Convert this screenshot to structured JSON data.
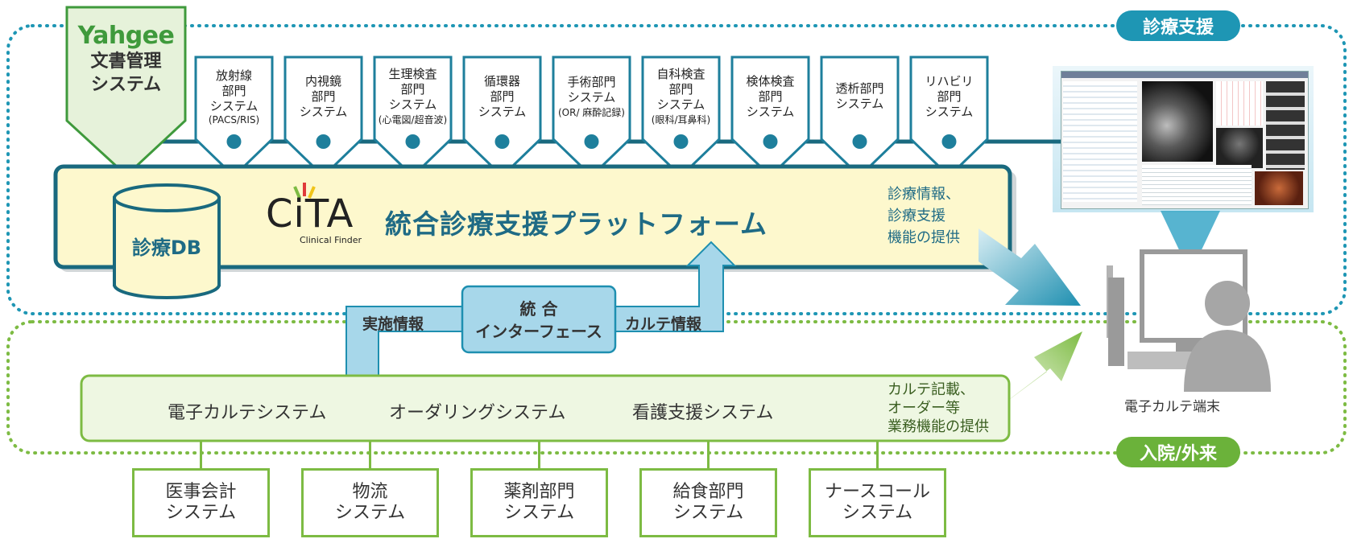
{
  "region_labels": {
    "top": "診療支援",
    "bottom": "入院/外来"
  },
  "yahgee": {
    "logo": "Yahgee",
    "line1": "文書管理",
    "line2": "システム"
  },
  "departments": [
    {
      "lines": [
        "放射線",
        "部門",
        "システム"
      ],
      "sub": "(PACS/RIS)"
    },
    {
      "lines": [
        "内視鏡",
        "部門",
        "システム"
      ],
      "sub": ""
    },
    {
      "lines": [
        "生理検査",
        "部門",
        "システム"
      ],
      "sub": "(心電図/超音波)"
    },
    {
      "lines": [
        "循環器",
        "部門",
        "システム"
      ],
      "sub": ""
    },
    {
      "lines": [
        "手術部門",
        "システム"
      ],
      "sub": "(OR/ 麻酔記録)"
    },
    {
      "lines": [
        "自科検査",
        "部門",
        "システム"
      ],
      "sub": "(眼科/耳鼻科)"
    },
    {
      "lines": [
        "検体検査",
        "部門",
        "システム"
      ],
      "sub": ""
    },
    {
      "lines": [
        "透析部門",
        "システム"
      ],
      "sub": ""
    },
    {
      "lines": [
        "リハビリ",
        "部門",
        "システム"
      ],
      "sub": ""
    }
  ],
  "platform": {
    "db_label": "診療DB",
    "cita_logo": "CiTA",
    "cita_sub": "Clinical Finder",
    "title": "統合診療支援プラットフォーム",
    "notes": [
      "診療情報、",
      "診療支援",
      "機能の提供"
    ]
  },
  "interface": {
    "line1": "統 合",
    "line2": "インターフェース",
    "left_label": "実施情報",
    "right_label": "カルテ情報"
  },
  "core_systems": {
    "items": [
      "電子カルテシステム",
      "オーダリングシステム",
      "看護支援システム"
    ],
    "notes": [
      "カルテ記載、",
      "オーダー等",
      "業務機能の提供"
    ]
  },
  "sub_systems": [
    [
      "医事会計",
      "システム"
    ],
    [
      "物流",
      "システム"
    ],
    [
      "薬剤部門",
      "システム"
    ],
    [
      "給食部門",
      "システム"
    ],
    [
      "ナースコール",
      "システム"
    ]
  ],
  "terminal_label": "電子カルテ端末",
  "colors": {
    "blue": "#1e96b4",
    "teal_dark": "#19697e",
    "green": "#7dbb43",
    "cream": "#fdf8cd",
    "iface_blue": "#a7d7ea"
  }
}
